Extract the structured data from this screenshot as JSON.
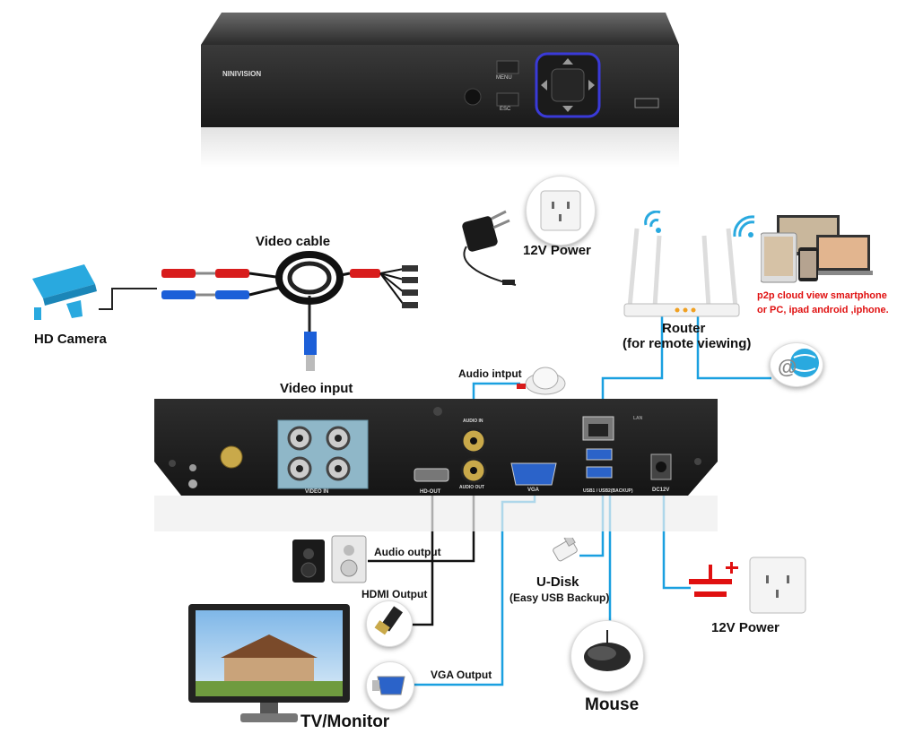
{
  "device": {
    "brand": "NINIVISION",
    "menu_label": "MENU",
    "esc_label": "ESC"
  },
  "labels": {
    "video_cable": "Video cable",
    "power_top": "12V Power",
    "hd_camera": "HD Camera",
    "video_input": "Video input",
    "audio_input": "Audio intput",
    "router_line1": "Router",
    "router_line2": "(for remote viewing)",
    "p2p_line1": "p2p cloud  view smartphone",
    "p2p_line2": "or PC, ipad android ,iphone.",
    "audio_output": "Audio output",
    "hdmi_output": "HDMI Output",
    "udisk": "U-Disk",
    "udisk_sub": "(Easy USB Backup)",
    "power_bottom": "12V Power",
    "vga_output": "VGA Output",
    "mouse": "Mouse",
    "tv_monitor": "TV/Monitor"
  },
  "panel": {
    "video_in": "VIDEO IN",
    "audio_in": "AUDIO IN",
    "audio_out": "AUDIO OUT",
    "hd_out": "HD-OUT",
    "vga": "VGA",
    "lan": "LAN",
    "usb": "USB1 / USB2(BACKUP)",
    "dc": "DC12V"
  },
  "colors": {
    "cable_blue": "#1aa0e0",
    "cable_black": "#111111",
    "panel_dark": "#1c1c1c",
    "label_red": "#e01010",
    "camera_blue": "#29a9df"
  }
}
